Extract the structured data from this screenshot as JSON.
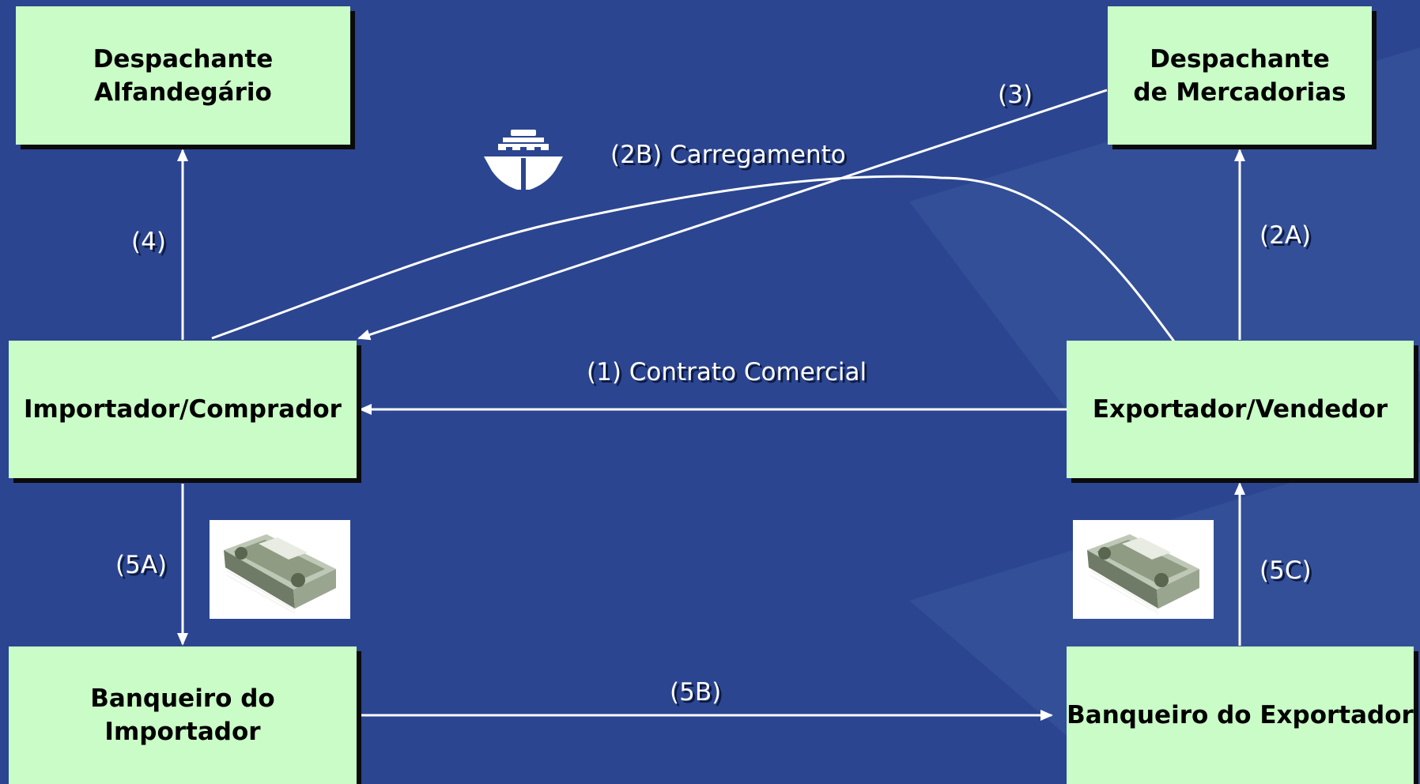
{
  "colors": {
    "background": "#2b4590",
    "box_fill": "#c9fcc6",
    "arrow": "#ffffff"
  },
  "nodes": {
    "despachante_alfandegario": "Despachante\nAlfandegário",
    "despachante_mercadorias": "Despachante\nde Mercadorias",
    "importador": "Importador/Comprador",
    "exportador": "Exportador/Vendedor",
    "banqueiro_importador": "Banqueiro do Importador",
    "banqueiro_exportador": "Banqueiro do Exportador"
  },
  "edges": {
    "e1": "(1) Contrato Comercial",
    "e2a": "(2A)",
    "e2b": "(2B) Carregamento",
    "e3": "(3)",
    "e4": "(4)",
    "e5a": "(5A)",
    "e5b": "(5B)",
    "e5c": "(5C)"
  },
  "icons": {
    "ship": "ship-icon",
    "money": "money-stack-icon"
  }
}
